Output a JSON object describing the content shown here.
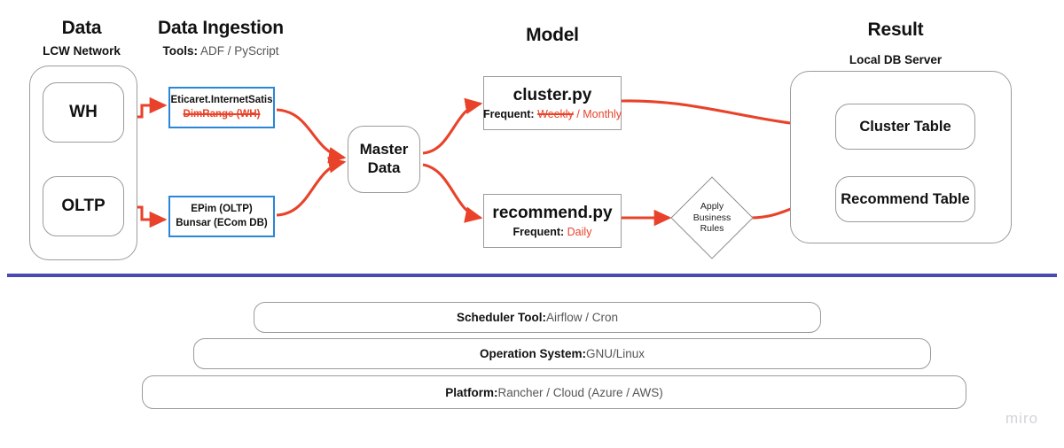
{
  "diagram": {
    "title_sections": [
      {
        "name": "data",
        "title": "Data",
        "subtitle_plain": "LCW Network"
      },
      {
        "name": "data-ingestion",
        "title": "Data Ingestion",
        "subtitle_bold": "Tools:",
        "subtitle_rest": " ADF / PyScript"
      },
      {
        "name": "model",
        "title": "Model"
      },
      {
        "name": "result",
        "title": "Result",
        "subtitle_plain": "Local DB Server"
      }
    ],
    "data_sources": {
      "group_label": "LCW Network",
      "nodes": [
        {
          "label": "WH"
        },
        {
          "label": "OLTP"
        }
      ]
    },
    "ingestion": {
      "boxes": [
        {
          "line1": "Eticaret.InternetSatis",
          "line2": "DimRange (WH)",
          "line2_struck": true
        },
        {
          "line1": "EPim (OLTP)",
          "line2": "Bunsar (ECom DB)",
          "line2_struck": false
        }
      ]
    },
    "master": {
      "line1": "Master",
      "line2": "Data"
    },
    "model": {
      "scripts": [
        {
          "name": "cluster.py",
          "freq_label": "Frequent:",
          "freq_struck": "Weekly",
          "freq_sep": " / ",
          "freq_value": "Monthly"
        },
        {
          "name": "recommend.py",
          "freq_label": "Frequent:",
          "freq_struck": "",
          "freq_sep": "",
          "freq_value": "Daily"
        }
      ],
      "decision": {
        "line1": "Apply",
        "line2": "Business",
        "line3": "Rules"
      }
    },
    "result": {
      "group_label": "Local DB Server",
      "tables": [
        {
          "label": "Cluster Table"
        },
        {
          "label": "Recommend Table"
        }
      ]
    },
    "infrastructure": [
      {
        "label": "Scheduler Tool:",
        "value": " Airflow / Cron"
      },
      {
        "label": "Operation System:",
        "value": " GNU/Linux"
      },
      {
        "label": "Platform:",
        "value": " Rancher / Cloud (Azure / AWS)"
      }
    ],
    "watermark": "miro",
    "colors": {
      "arrow": "#e8432a",
      "ingest_border": "#2a86d8",
      "divider": "#4a4ab4",
      "node_border": "#9b9b9b"
    }
  }
}
